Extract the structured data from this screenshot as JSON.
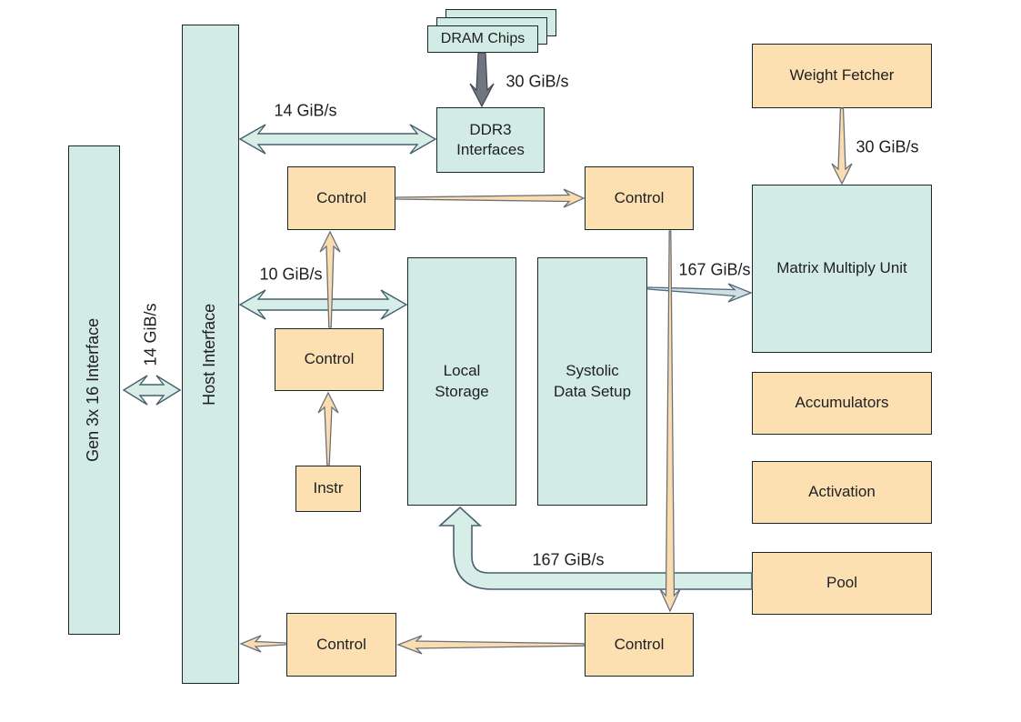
{
  "colors": {
    "box_teal": "#d2ebe4",
    "box_orange": "#fce0b2",
    "arrow_teal": "#d7eee8",
    "arrow_orange": "#f9ddb0",
    "arrow_gray": "#70757f",
    "arrow_pale": "#d0dfe4"
  },
  "nodes": {
    "gen3x16": "Gen 3x 16 Interface",
    "host_interface": "Host Interface",
    "dram_chips": "DRAM Chips",
    "ddr3_interfaces": "DDR3\nInterfaces",
    "control_ddr": "Control",
    "control_mmu": "Control",
    "control_host": "Control",
    "instr": "Instr",
    "local_storage": "Local\nStorage",
    "systolic_data_setup": "Systolic\nData Setup",
    "weight_fetcher": "Weight Fetcher",
    "matrix_multiply_unit": "Matrix Multiply Unit",
    "accumulators": "Accumulators",
    "activation": "Activation",
    "pool": "Pool",
    "control_bottom_left": "Control",
    "control_bottom_right": "Control"
  },
  "labels": {
    "dram_to_ddr3_bw": "30 GiB/s",
    "host_to_ddr3_bw": "14 GiB/s",
    "pcie_to_host_bw": "14 GiB/s",
    "host_to_storage_bw": "10 GiB/s",
    "systolic_to_mmu_bw": "167 GiB/s",
    "pool_to_storage_bw": "167 GiB/s",
    "weight_fetcher_to_mmu_bw": "30 GiB/s"
  }
}
